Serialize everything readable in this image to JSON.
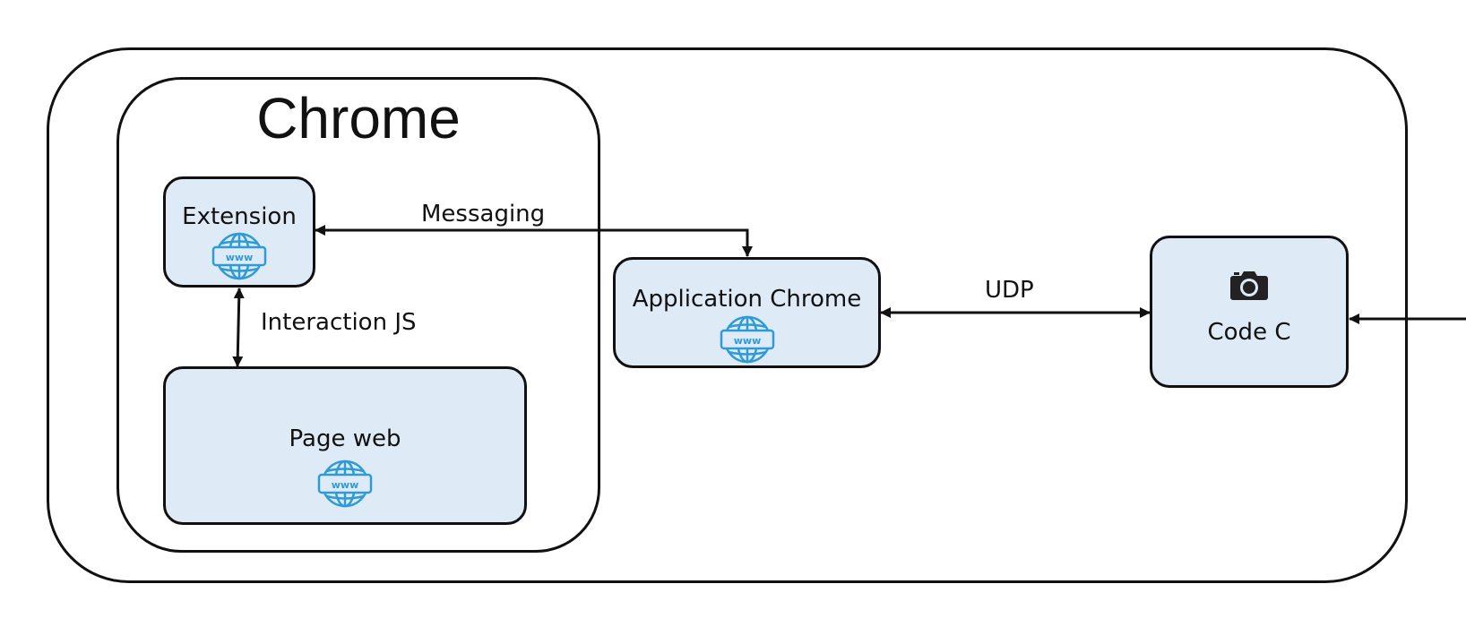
{
  "diagram": {
    "container": {
      "title": "Chrome"
    },
    "nodes": {
      "extension": {
        "label": "Extension",
        "icon": "www-globe-icon"
      },
      "page_web": {
        "label": "Page web",
        "icon": "www-globe-icon"
      },
      "application_chrome": {
        "label": "Application Chrome",
        "icon": "www-globe-icon"
      },
      "code_c": {
        "label": "Code C",
        "icon": "camera-icon"
      }
    },
    "edges": {
      "messaging": {
        "label": "Messaging",
        "from": "Extension",
        "to": "Application Chrome",
        "direction": "both"
      },
      "interaction_js": {
        "label": "Interaction JS",
        "from": "Extension",
        "to": "Page web",
        "direction": "both"
      },
      "udp": {
        "label": "UDP",
        "from": "Application Chrome",
        "to": "Code C",
        "direction": "both"
      },
      "incoming_right": {
        "label": "",
        "to": "Code C",
        "direction": "in"
      }
    },
    "colors": {
      "node_fill": "#deebf6",
      "stroke": "#111111",
      "icon": "#2e9bd6"
    },
    "globe_icon_text": "www"
  }
}
